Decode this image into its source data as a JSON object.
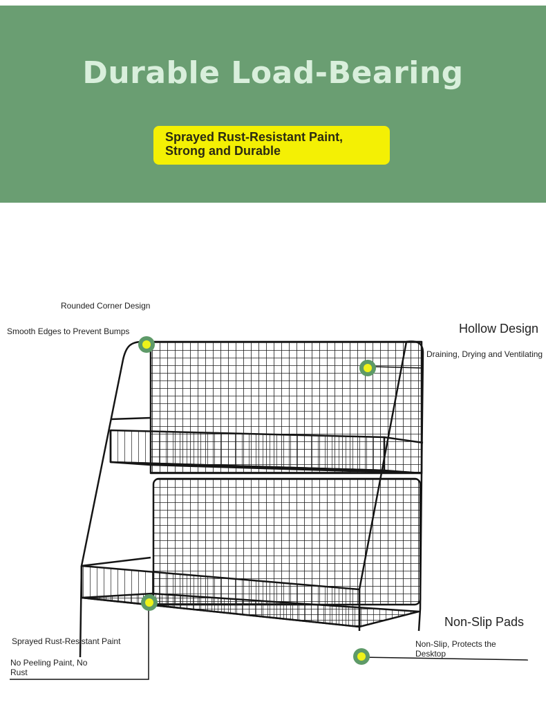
{
  "banner": {
    "title": "Durable Load-Bearing",
    "subtitle": "Sprayed Rust-Resistant Paint, Strong and Durable",
    "bg_color": "#6a9e72",
    "highlight_color": "#f4f004"
  },
  "callouts": {
    "rounded_corner": "Rounded Corner Design",
    "smooth_edges": "Smooth Edges to Prevent Bumps",
    "hollow_title": "Hollow Design",
    "hollow_desc": "Draining, Drying and Ventilating",
    "sprayed_paint": "Sprayed Rust-Resistant Paint",
    "no_peeling": "No Peeling Paint, No Rust",
    "nonslip_title": "Non-Slip Pads",
    "nonslip_desc": "Non-Slip, Protects the Desktop"
  },
  "marker_colors": {
    "ring": "#5e9a68",
    "core": "#eef21a"
  }
}
